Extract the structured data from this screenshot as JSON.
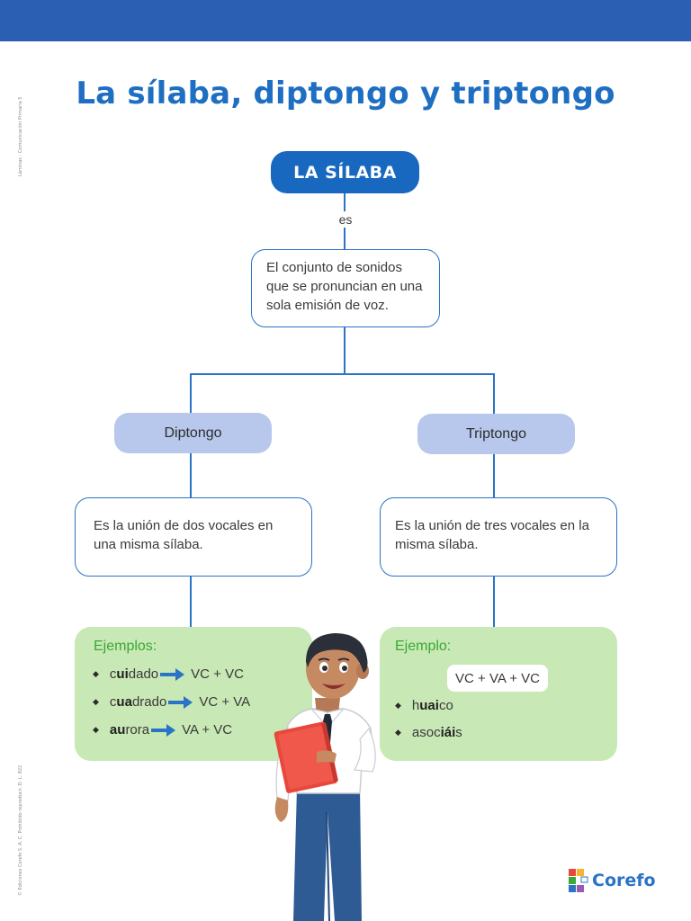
{
  "header": {
    "title": "La sílaba, diptongo y triptongo"
  },
  "side_texts": {
    "top": "Láminas - Comunicación Primaria 5",
    "bottom": "© Ediciones Corefo S. A. C. Prohibido reproducir. D. L. 822"
  },
  "map": {
    "root": "LA SÍLABA",
    "connector": "es",
    "definition": "El conjunto de sonidos que se pronuncian en una sola emisión de voz.",
    "left": {
      "label": "Diptongo",
      "definition": "Es la unión de dos vocales en una misma sílaba.",
      "examples_heading": "Ejemplos:",
      "examples": [
        {
          "pre": "c",
          "bold": "ui",
          "post": "dado",
          "formula": "VC + VC"
        },
        {
          "pre": "c",
          "bold": "ua",
          "post": "drado",
          "formula": "VC + VA"
        },
        {
          "pre": "",
          "bold": "au",
          "post": "rora",
          "formula": "VA + VC"
        }
      ]
    },
    "right": {
      "label": "Triptongo",
      "definition": "Es la unión de tres vocales en la misma sílaba.",
      "examples_heading": "Ejemplo:",
      "formula": "VC + VA + VC",
      "examples": [
        {
          "pre": "h",
          "bold": "uai",
          "post": "co"
        },
        {
          "pre": "asoc",
          "bold": "iái",
          "post": "s"
        }
      ]
    }
  },
  "footer": {
    "brand": "Corefo"
  },
  "colors": {
    "bar": "#2a5fb3",
    "title": "#1e6ec2",
    "pill": "#b7c8ec",
    "green_box": "#c8e8b5",
    "accent": "#2a73c5"
  }
}
